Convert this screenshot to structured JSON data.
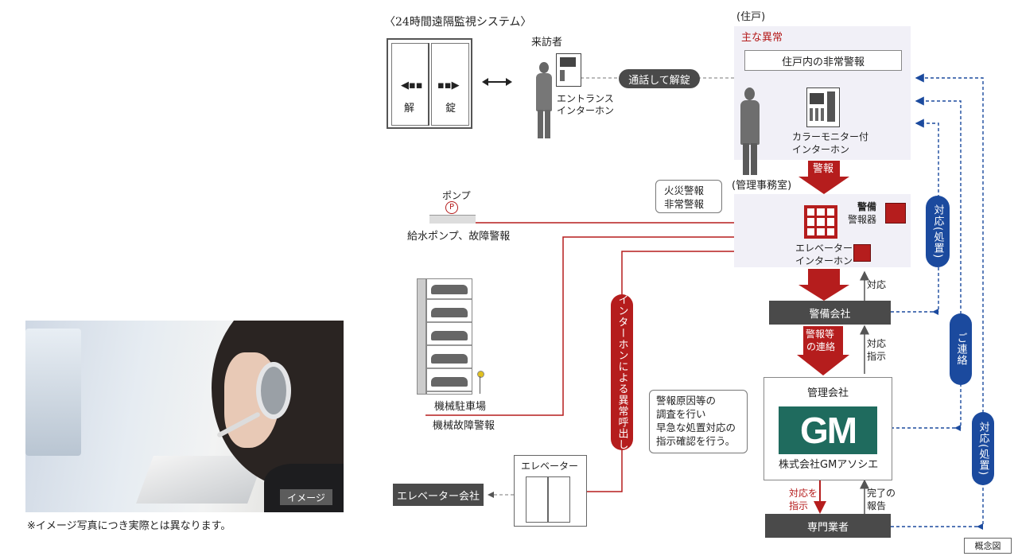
{
  "remote_system_title": "〈24時間遠隔監視システム〉",
  "door": {
    "unlock": "解",
    "lock": "錠"
  },
  "visitor": "来訪者",
  "entrance_intercom": [
    "エントランス",
    "インターホン"
  ],
  "call_unlock": "通話して解錠",
  "residence": {
    "label": "(住戸)",
    "main_anomaly": "主な異常",
    "emergency_alarm": "住戸内の非常警報",
    "color_monitor": [
      "カラーモニター付",
      "インターホン"
    ]
  },
  "alarm_label": "警報",
  "management_office": {
    "label": "(管理事務室)",
    "fire_callout": [
      "火災警報",
      "非常警報"
    ],
    "security_alarm": [
      "警備",
      "警報器"
    ],
    "elevator_intercom": [
      "エレベーター",
      "インターホン"
    ]
  },
  "pump": {
    "label": "ポンプ",
    "symbol": "P",
    "alarm": "給水ポンプ、故障警報"
  },
  "parking": {
    "label": "機械駐車場",
    "alarm": "機械故障警報"
  },
  "intercom_call": "インターホンによる異常呼出し",
  "security_company": "警備会社",
  "alarm_contact": [
    "警報等",
    "の連絡"
  ],
  "response": "対応",
  "response_instruction": [
    "対応",
    "指示"
  ],
  "response_treatment": "対応(処置)",
  "contact": "ご連絡",
  "management_company": {
    "label": "管理会社",
    "logo_text": "GM",
    "name": "株式会社GMアソシエ"
  },
  "management_callout": [
    "警報原因等の",
    "調査を行い",
    "早急な処置対応の",
    "指示確認を行う。"
  ],
  "elevator": "エレベーター",
  "elevator_company": "エレベーター会社",
  "instruct": [
    "対応を",
    "指示"
  ],
  "report": [
    "完了の",
    "報告"
  ],
  "contractor": "専門業者",
  "concept": "概念図",
  "photo_label": "イメージ",
  "photo_note": "※イメージ写真につき実際とは異なります。",
  "colors": {
    "red": "#b51d1d",
    "blue": "#1b4a9e",
    "dark": "#4a4a4a",
    "panel": "#f1f0f7",
    "logo": "#1f6b5e"
  }
}
